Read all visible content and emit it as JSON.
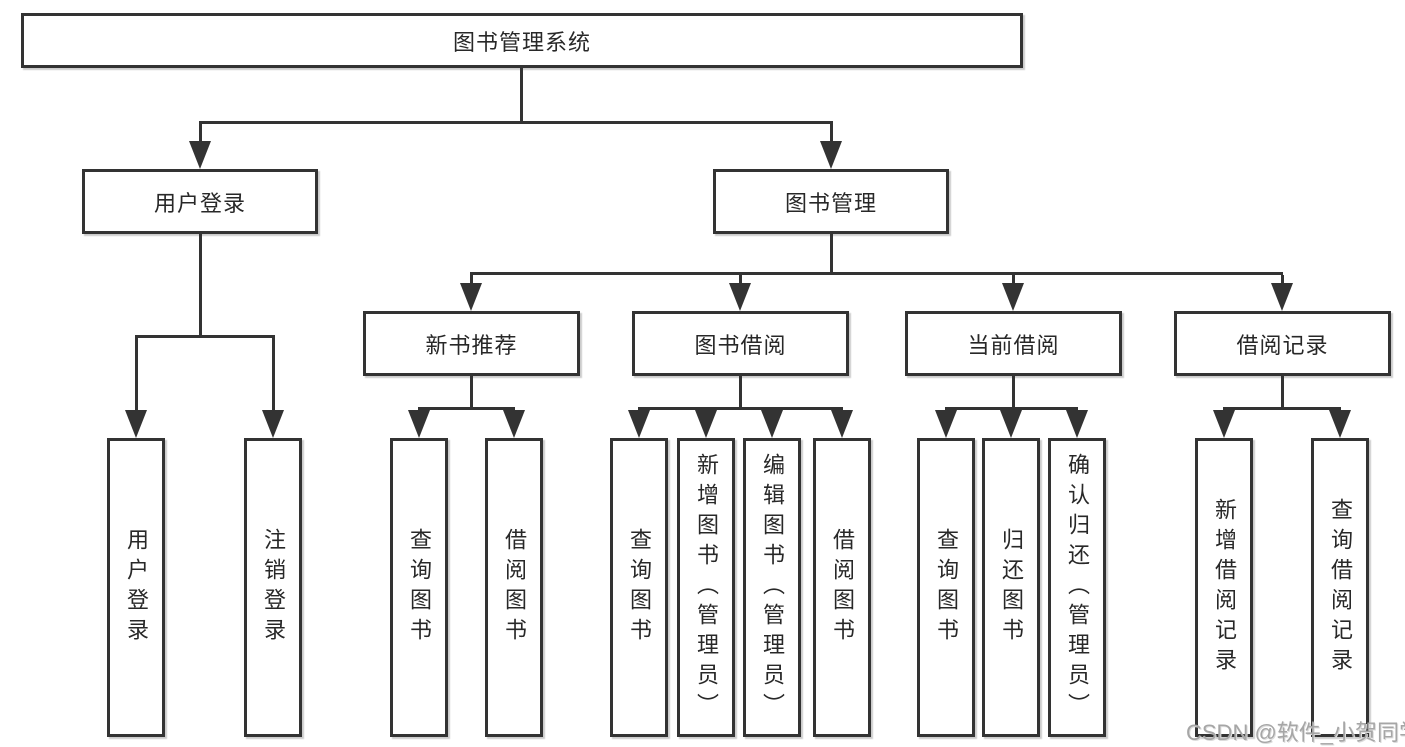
{
  "diagram": {
    "type": "hierarchy-chart",
    "root": {
      "label": "图书管理系统",
      "children": [
        {
          "label": "用户登录",
          "children": [
            {
              "label": "用户登录"
            },
            {
              "label": "注销登录"
            }
          ]
        },
        {
          "label": "图书管理",
          "children": [
            {
              "label": "新书推荐",
              "children": [
                {
                  "label": "查询图书"
                },
                {
                  "label": "借阅图书"
                }
              ]
            },
            {
              "label": "图书借阅",
              "children": [
                {
                  "label": "查询图书"
                },
                {
                  "label": "新增图书（管理员）"
                },
                {
                  "label": "编辑图书（管理员）"
                },
                {
                  "label": "借阅图书"
                }
              ]
            },
            {
              "label": "当前借阅",
              "children": [
                {
                  "label": "查询图书"
                },
                {
                  "label": "归还图书"
                },
                {
                  "label": "确认归还（管理员）"
                }
              ]
            },
            {
              "label": "借阅记录",
              "children": [
                {
                  "label": "新增借阅记录"
                },
                {
                  "label": "查询借阅记录"
                }
              ]
            }
          ]
        }
      ]
    },
    "watermark": "CSDN @软件_小贺同学",
    "colors": {
      "line": "#333333",
      "box_border": "#333333",
      "text": "#282828",
      "background": "#ffffff",
      "watermark": "#a6a6a6"
    }
  }
}
